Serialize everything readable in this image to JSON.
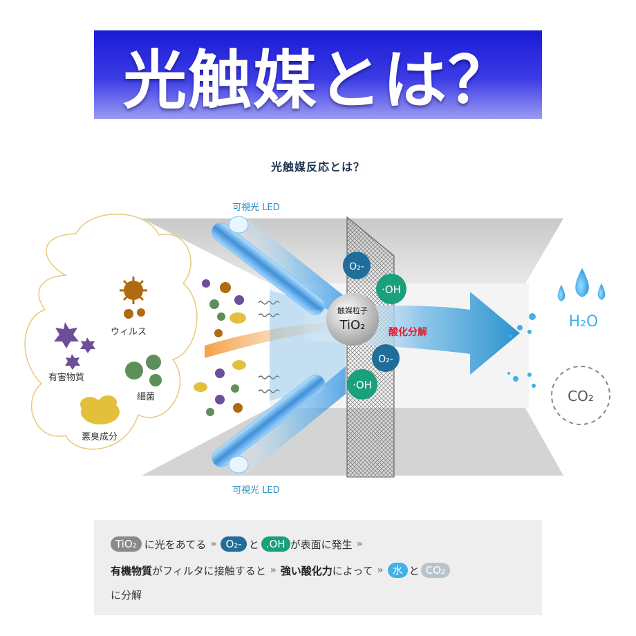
{
  "banner": {
    "title": "光触媒とは？"
  },
  "subtitle": "光触媒反応とは？",
  "diagram": {
    "led_top": "可視光 LED",
    "led_bottom": "可視光 LED",
    "catalyst_label": "触媒粒子",
    "catalyst_formula": "TiO₂",
    "decomposition": "酸化分解",
    "o2_label": "O₂-",
    "oh_label": "·OH",
    "water": "H₂O",
    "co2": "CO₂",
    "pollutants": {
      "virus": "ウィルス",
      "organic": "有害物質",
      "bacteria": "細菌",
      "odor": "悪臭成分"
    },
    "colors": {
      "o2": "#1f6e9a",
      "oh": "#1aa07a",
      "accent_red": "#e02030",
      "water": "#3fb0e8"
    }
  },
  "summary": {
    "tio2": "TiO₂",
    "text1": "に光をあてる",
    "o2": "O₂-",
    "and1": "と",
    "oh": ".OH",
    "text2": "が表面に発生",
    "bold1": "有機物質",
    "text3": "がフィルタに接触すると",
    "bold2": "強い酸化力",
    "text4": "によって",
    "water": "水",
    "and2": "と",
    "co2": "CO₂",
    "text5": "に分解"
  }
}
